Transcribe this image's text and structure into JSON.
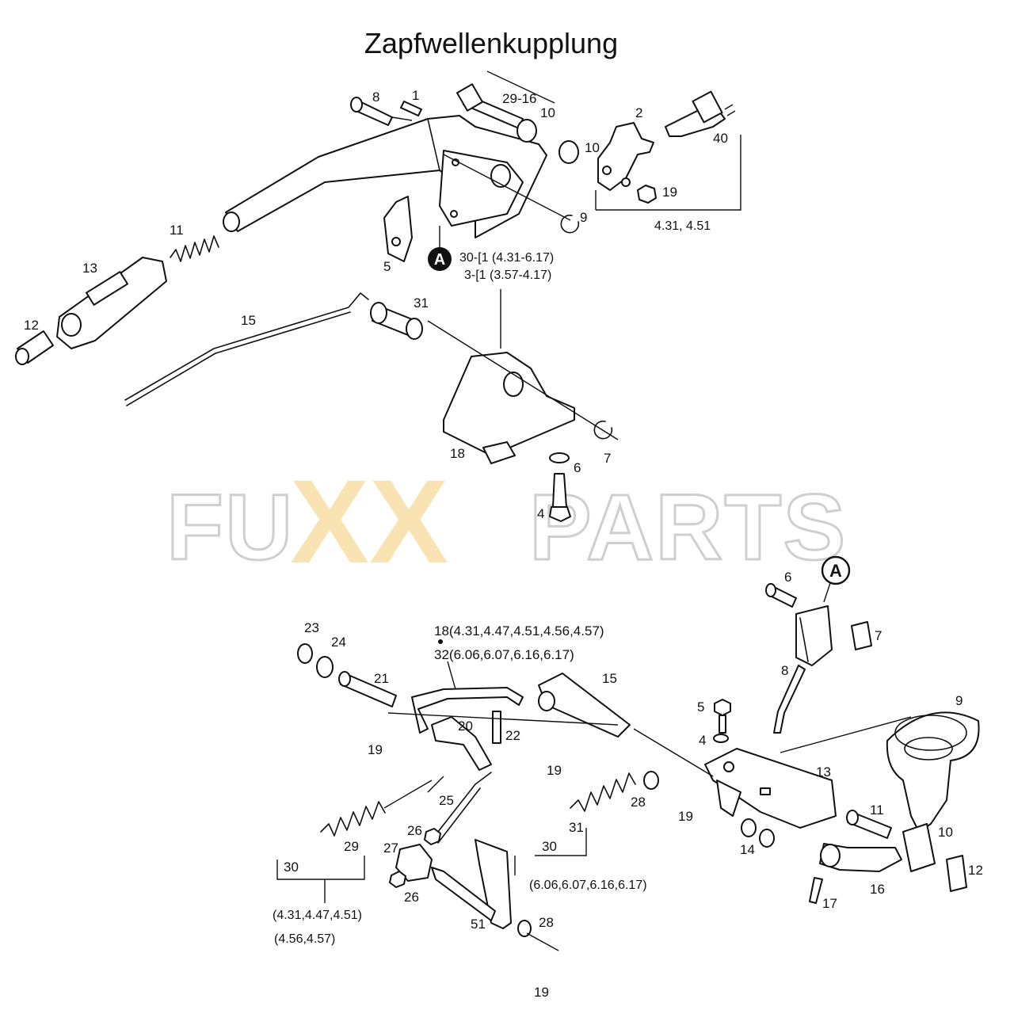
{
  "title": "Zapfwellenkupplung",
  "watermark": {
    "left": "FU",
    "xx": "XX",
    "right": "PARTS",
    "accent_color": "#F5C24C"
  },
  "callout_marker": "A",
  "labels": {
    "p8": "8",
    "p1": "1",
    "p29_16": "29-16",
    "p10a": "10",
    "p10b": "10",
    "p2": "2",
    "p40": "40",
    "p19": "19",
    "p9": "9",
    "p431_451": "4.31, 4.51",
    "p11": "11",
    "p13": "13",
    "p5": "5",
    "p30_line": "30-[1 (4.31-6.17)",
    "p3_line": "3-[1 (3.57-4.17)",
    "p12": "12",
    "p15": "15",
    "p31": "31",
    "p18": "18",
    "p6": "6",
    "p7": "7",
    "p4": "4",
    "b6": "6",
    "b7": "7",
    "b8": "8",
    "b9": "9",
    "b5": "5",
    "b4": "4",
    "b13": "13",
    "b11": "11",
    "b10": "10",
    "b12": "12",
    "b14": "14",
    "b16": "16",
    "b17": "17",
    "b23": "23",
    "b24": "24",
    "b21": "21",
    "b20": "20",
    "b22": "22",
    "b19a": "19",
    "b19b": "19",
    "b19c": "19",
    "b19d": "19",
    "b18_line": "18(4.31,4.47,4.51,4.56,4.57)",
    "b32_line": "32(6.06,6.07,6.16,6.17)",
    "b15": "15",
    "b25": "25",
    "b26a": "26",
    "b26b": "26",
    "b27": "27",
    "b28a": "28",
    "b28b": "28",
    "b29": "29",
    "b30a": "30",
    "b30b": "30",
    "b31": "31",
    "b51": "51",
    "b_variants1": "(4.31,4.47,4.51)",
    "b_variants2": "(4.56,4.57)",
    "b_variants3": "(6.06,6.07,6.16,6.17)"
  }
}
